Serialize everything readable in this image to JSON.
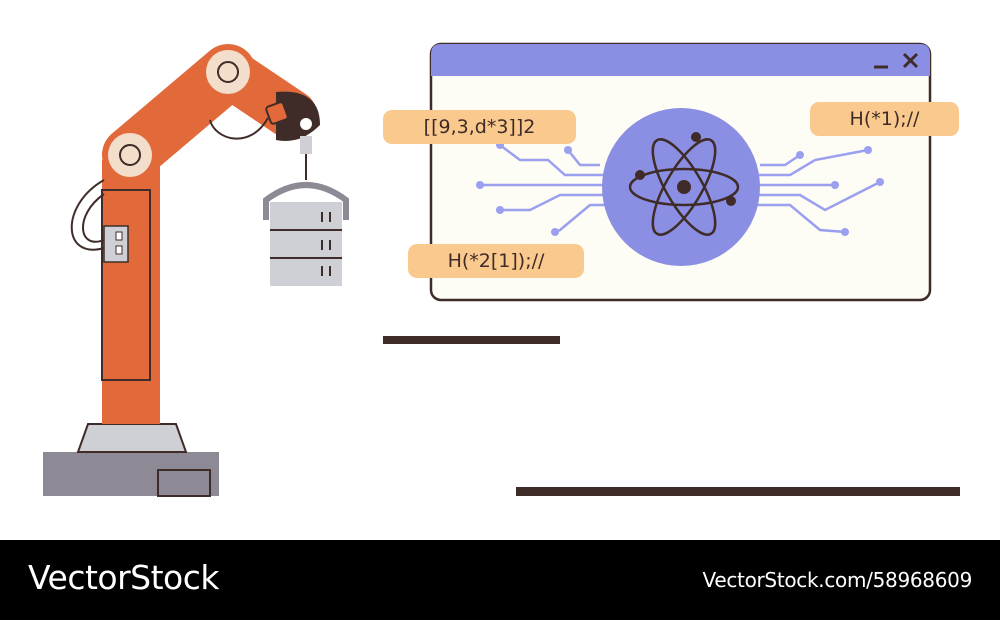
{
  "code_tags": {
    "left_top": "[[9,3,d*3]]2",
    "right_top": "H(*1);//",
    "left_bottom": "H(*2[1]);//"
  },
  "window": {
    "minimize_icon": "minimize-icon",
    "close_icon": "close-icon"
  },
  "footer": {
    "brand": "VectorStock",
    "stock_id": "VectorStock.com/58968609"
  },
  "colors": {
    "robot_orange": "#e2693a",
    "window_titlebar": "#8b8fe3",
    "atom_circle": "#8b8fe3",
    "circuit_lines": "#9b9ff0",
    "code_tag_bg": "#fac98e",
    "outline": "#3f2c28",
    "base_gray": "#8e8a95",
    "bucket_gray": "#cfcfd6"
  }
}
